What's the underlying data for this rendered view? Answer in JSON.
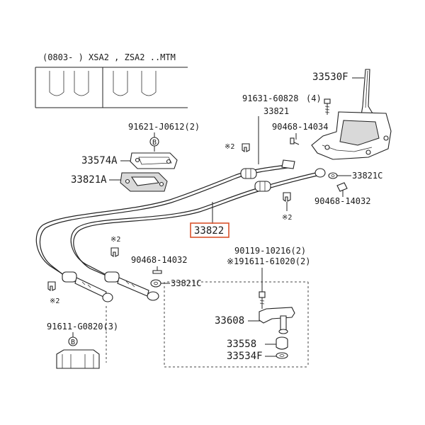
{
  "header": {
    "fragment": "(0803- ) XSA2 , ZSA2 ..MTM"
  },
  "labels": {
    "p33530F": "33530F",
    "p91631": "91631-60828",
    "p91631_qty": "(4)",
    "p33821": "33821",
    "p90468_a": "90468-14034",
    "p91621": "91621-J0612(2)",
    "p33574A": "33574A",
    "p33821A": "33821A",
    "p33821C_a": "33821C",
    "p90468_b": "90468-14032",
    "p33822": "33822",
    "note2_a": "※2",
    "note2_b": "※2",
    "note2_c": "※2",
    "note2_d": "※2",
    "p90468_c": "90468-14032",
    "p33821C_b": "33821C",
    "p90119": "90119-10216(2)",
    "p191611": "※191611-61020(2)",
    "p91611": "91611-G0820(3)",
    "p33608": "33608",
    "p33558": "33558",
    "p33534F": "33534F",
    "circle_B_a": "B",
    "circle_B_b": "B"
  },
  "colors": {
    "highlight": "#d9532c",
    "line": "#222222"
  }
}
